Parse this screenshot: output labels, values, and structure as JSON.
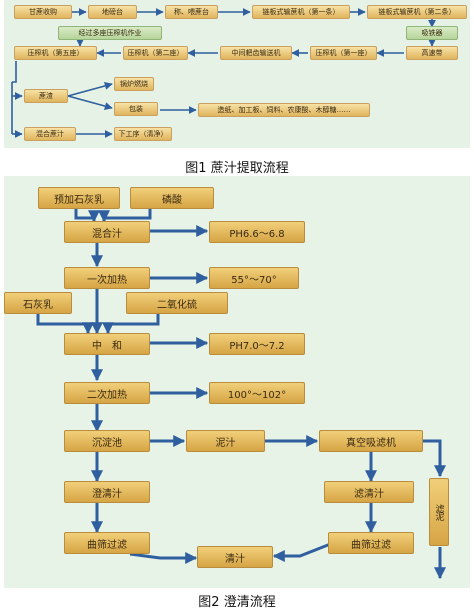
{
  "fig1": {
    "caption": "图1 蔗汁提取流程",
    "row1": [
      "甘蔗收购",
      "地磅台",
      "称、喂蔗台",
      "链板式输蔗机（第一条）",
      "链板式输蔗机（第二条）"
    ],
    "iron_remover": "吸铁器",
    "multi_press": "经过多座压榨机作业",
    "row2": [
      "压榨机（第五座）",
      "压榨机（第二座）",
      "中间耙齿输送机",
      "压榨机（第一座）",
      "高速带"
    ],
    "bagasse": "蔗渣",
    "boiler": "锅炉燃烧",
    "packing": "包装",
    "products": "造纸、加工板、饲料、农康酸、木醇糖……",
    "mixed_juice": "混合蔗汁",
    "next_step": "下工序（清净）"
  },
  "fig2": {
    "caption": "图2 澄清流程",
    "inputs_top": [
      "预加石灰乳",
      "磷酸"
    ],
    "mixed_juice": "混合汁",
    "ph1": "PH6.6～6.8",
    "heat1": "一次加热",
    "temp1": "55°～70°",
    "inputs_mid": [
      "石灰乳",
      "二氧化硫"
    ],
    "neutralize": "中　和",
    "ph2": "PH7.0～7.2",
    "heat2": "二次加热",
    "temp2": "100°～102°",
    "settler": "沉淀池",
    "mud_juice": "泥汁",
    "vacuum_filter": "真空吸滤机",
    "clear_juice": "澄清汁",
    "filtered_juice": "滤清汁",
    "sieve1": "曲筛过滤",
    "sieve2": "曲筛过滤",
    "final_juice": "清汁",
    "filter_mud": "滤泥"
  }
}
